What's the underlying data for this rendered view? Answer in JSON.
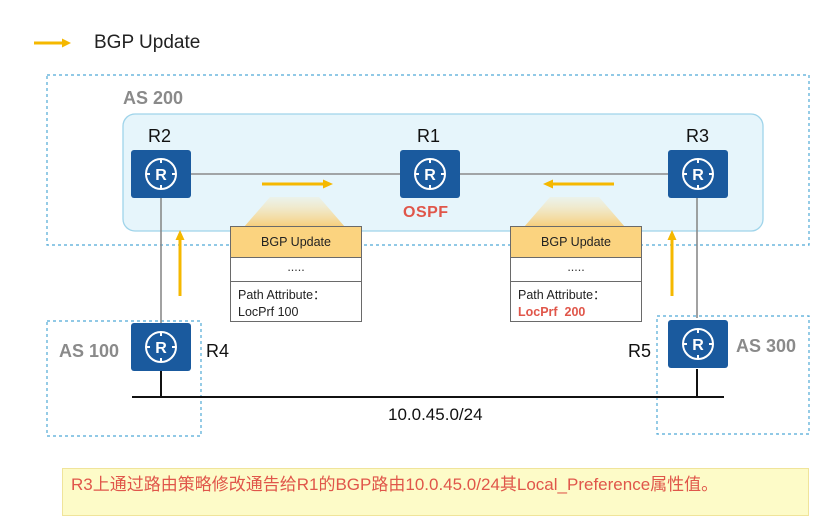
{
  "legend": {
    "arrow_icon": "orange-arrow-icon",
    "label": "BGP Update"
  },
  "as_zones": {
    "as200": "AS 200",
    "as100": "AS 100",
    "as300": "AS 300"
  },
  "routers": {
    "r1": "R1",
    "r2": "R2",
    "r3": "R3",
    "r4": "R4",
    "r5": "R5"
  },
  "igp_label": "OSPF",
  "subnet_label": "10.0.45.0/24",
  "update_cards": [
    {
      "title": "BGP Update",
      "dots": ".....",
      "attr_label": "Path Attribute：",
      "attr_value": "LocPrf 100"
    },
    {
      "title": "BGP Update",
      "dots": ".....",
      "attr_label": "Path Attribute：",
      "attr_value": "LocPrf  200"
    }
  ],
  "note": "R3上通过路由策略修改通告给R1的BGP路由10.0.45.0/24其Local_Preference属性值。",
  "colors": {
    "router_blue": "#1a5a9e",
    "arrow_orange": "#f5b800",
    "highlight_red": "#e0564a",
    "dashed_border": "#4fa9d6",
    "as200_fill": "#e6f5fb"
  }
}
